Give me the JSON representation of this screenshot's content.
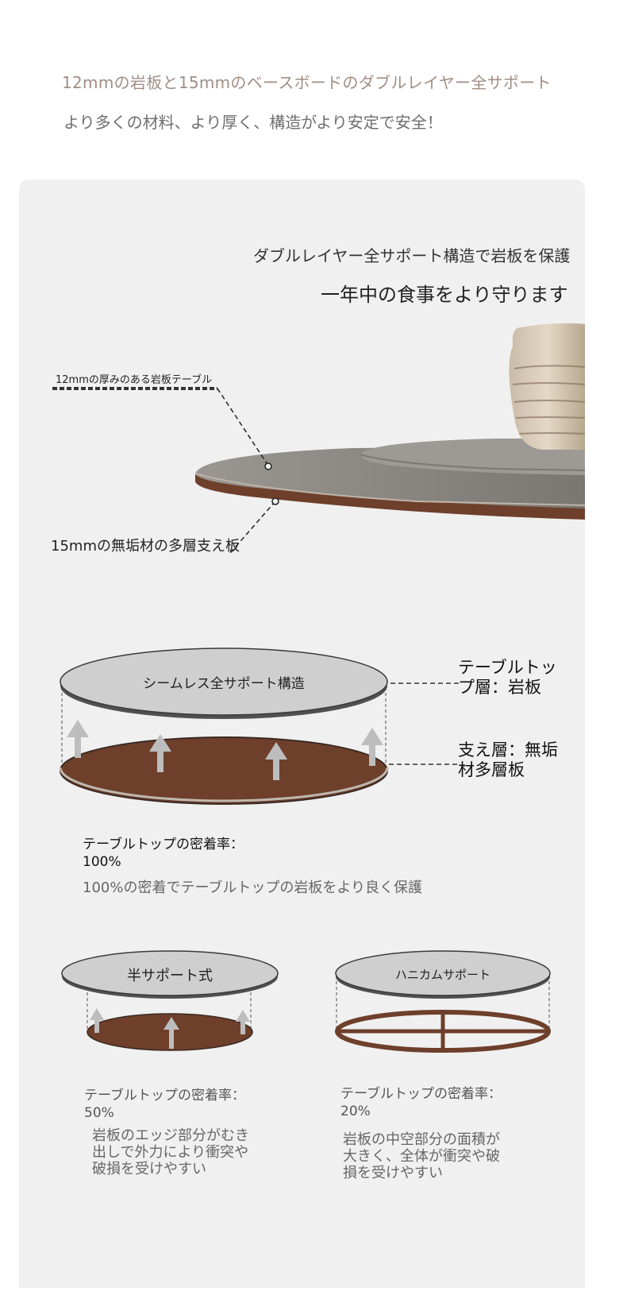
{
  "header": {
    "line1": "12mmの岩板と15mmのベースボードのダブルレイヤー全サポート",
    "line2": "より多くの材料、より厚く、構造がより安定で安全！"
  },
  "panel": {
    "title1": "ダブルレイヤー全サポート構造で岩板を保護",
    "title2": "一年中の食事をより守ります",
    "label_top_slab": "12mmの厚みのある岩板テーブル",
    "label_base_board": "15mmの無垢材の多層支え板",
    "seamless_label": "シームレス全サポート構造",
    "layer_top_label": "テーブルトップ層：岩板",
    "layer_support_label": "支え層：無垢材多層板",
    "density_title": "テーブルトップの密着率：100%",
    "density_desc": "100%の密着でテーブルトップの岩板をより良く保護",
    "half_support": {
      "label": "半サポート式",
      "density": "テーブルトップの密着率：50%",
      "desc": "岩板のエッジ部分がむき出しで外力により衝突や破損を受けやすい"
    },
    "honeycomb": {
      "label": "ハニカムサポート",
      "density": "テーブルトップの密着率：20%",
      "desc": "岩板の中空部分の面積が大きく、全体が衝突や破損を受けやすい"
    }
  },
  "colors": {
    "accent_text": "#a08e84",
    "wood": "#6e3f2b",
    "slab": "#cfcfcf",
    "panel_bg": "#f0f0f0"
  }
}
